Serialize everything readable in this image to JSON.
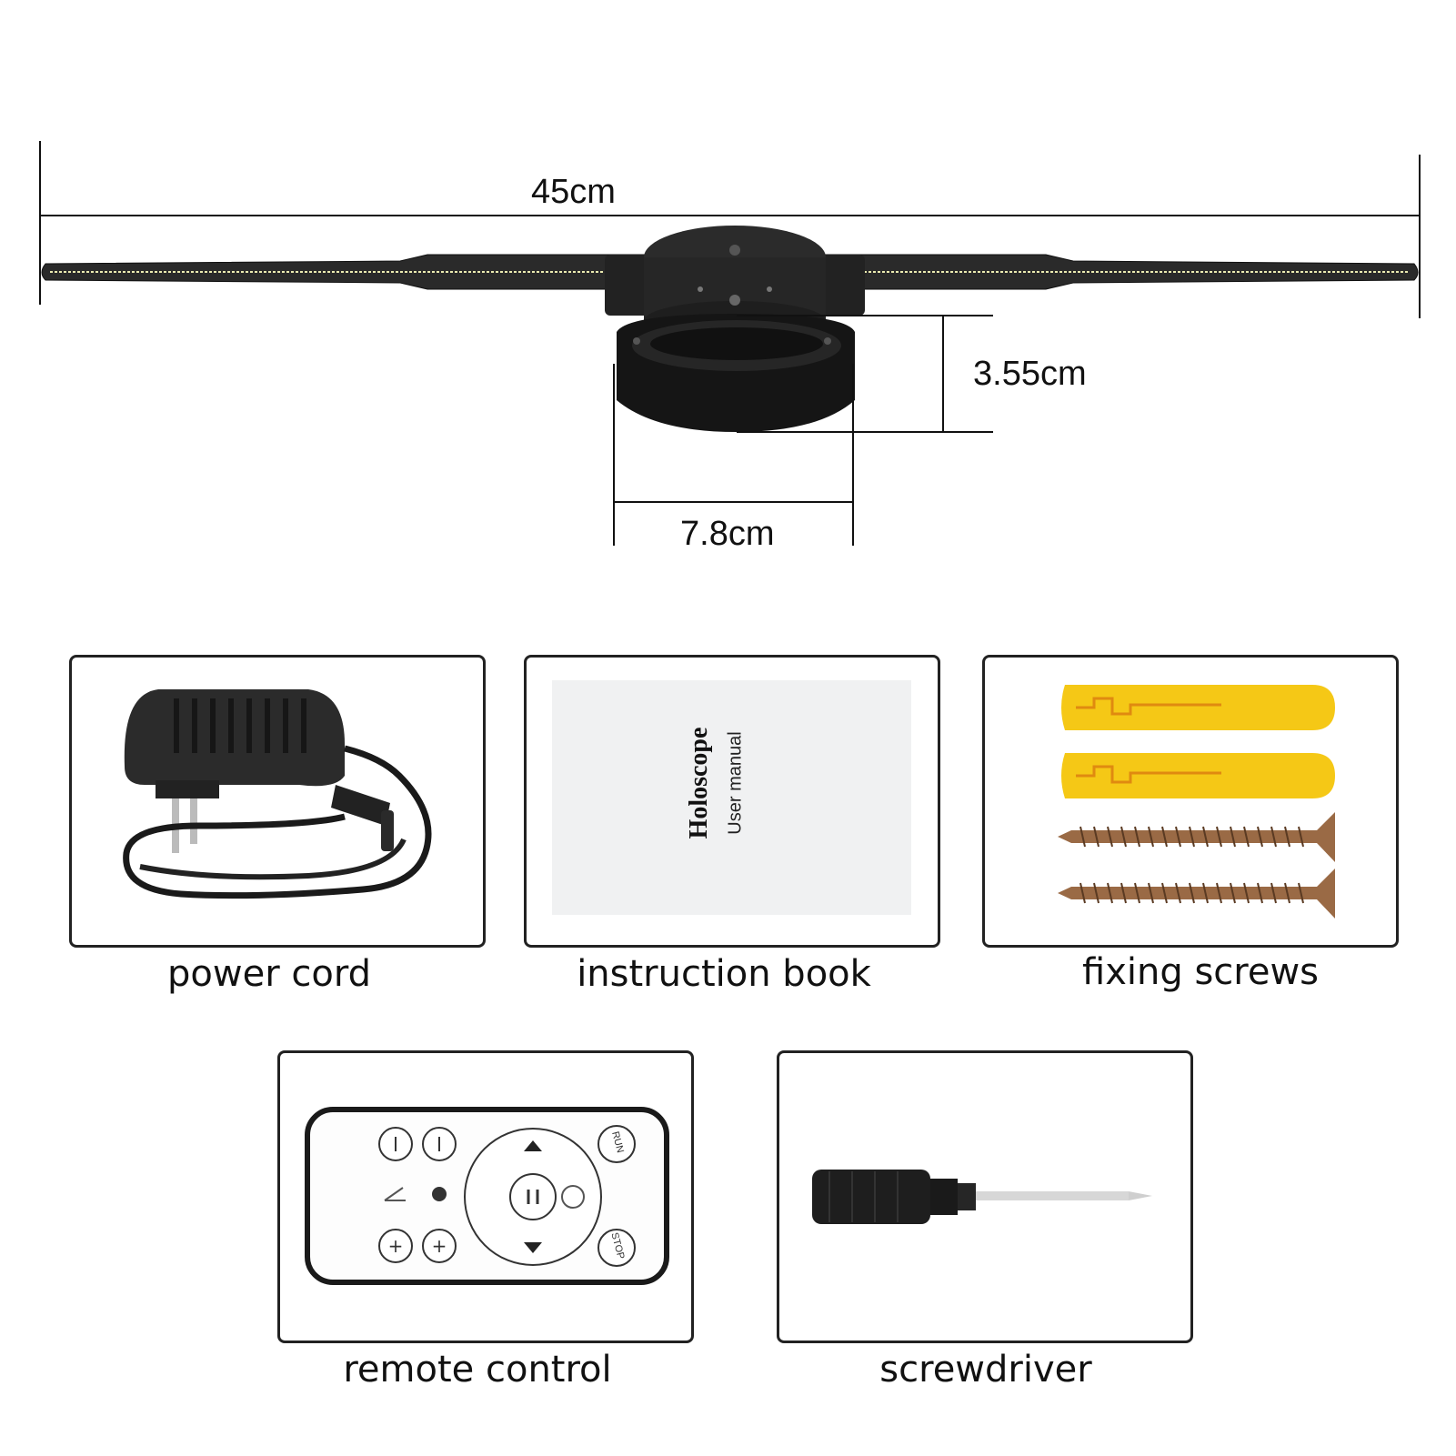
{
  "dimensions": {
    "width_label": "45cm",
    "height_label": "3.55cm",
    "base_label": "7.8cm"
  },
  "accessories": [
    {
      "caption": "power cord",
      "icon": "power-adapter"
    },
    {
      "caption": "instruction book",
      "icon": "manual",
      "book_title": "Holoscope",
      "book_subtitle": "User manual"
    },
    {
      "caption": "fixing screws",
      "icon": "screws-and-anchors"
    },
    {
      "caption": "remote control",
      "icon": "remote",
      "buttons": {
        "run": "RUN",
        "stop": "STOP"
      }
    },
    {
      "caption": "screwdriver",
      "icon": "screwdriver"
    }
  ],
  "colors": {
    "anchor_yellow": "#f5c816",
    "screw_copper": "#9a6a45",
    "device_black": "#1e1e1e"
  }
}
